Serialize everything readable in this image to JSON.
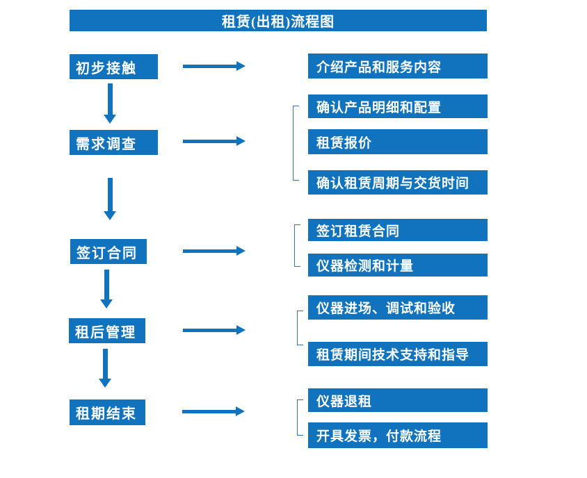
{
  "title": "租赁(出租)流程图",
  "colors": {
    "primary": "#1173BE",
    "bracket": "#2E74B5",
    "text_on_primary": "#FFFFFF",
    "background": "#FFFFFF"
  },
  "flow": [
    {
      "stage": "初步接触",
      "details": [
        "介绍产品和服务内容"
      ]
    },
    {
      "stage": "需求调查",
      "details": [
        "确认产品明细和配置",
        "租赁报价",
        "确认租赁周期与交货时间"
      ]
    },
    {
      "stage": "签订合同",
      "details": [
        "签订租赁合同",
        "仪器检测和计量"
      ]
    },
    {
      "stage": "租后管理",
      "details": [
        "仪器进场、调试和验收",
        "租赁期间技术支持和指导"
      ]
    },
    {
      "stage": "租期结束",
      "details": [
        "仪器退租",
        "开具发票，付款流程"
      ]
    }
  ]
}
